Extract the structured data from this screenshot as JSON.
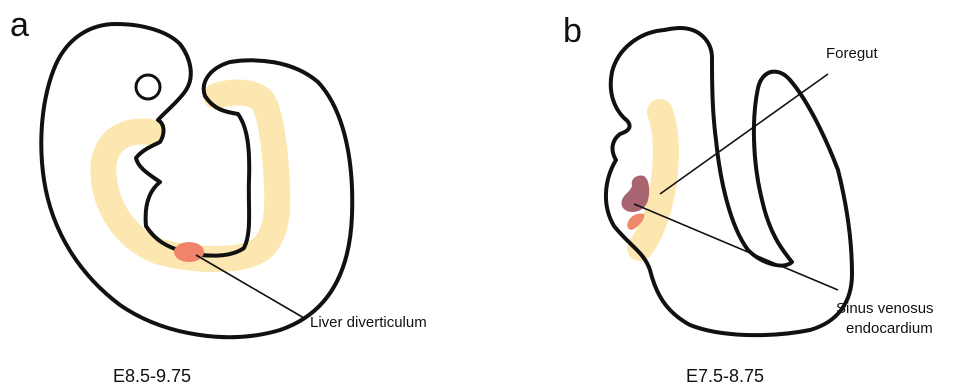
{
  "panels": [
    {
      "letter": "a",
      "stage": "E8.5-9.75",
      "annotations": [
        "Liver diverticulum"
      ]
    },
    {
      "letter": "b",
      "stage": "E7.5-8.75",
      "annotations": [
        "Foregut",
        "Sinus venosus",
        "endocardium"
      ]
    }
  ],
  "colors": {
    "outline": "#111111",
    "endoderm": "#fde7b0",
    "liver_diverticulum": "#f2836b",
    "foregut": "#a8656f",
    "sinus_venosus": "#ee8a6a"
  }
}
